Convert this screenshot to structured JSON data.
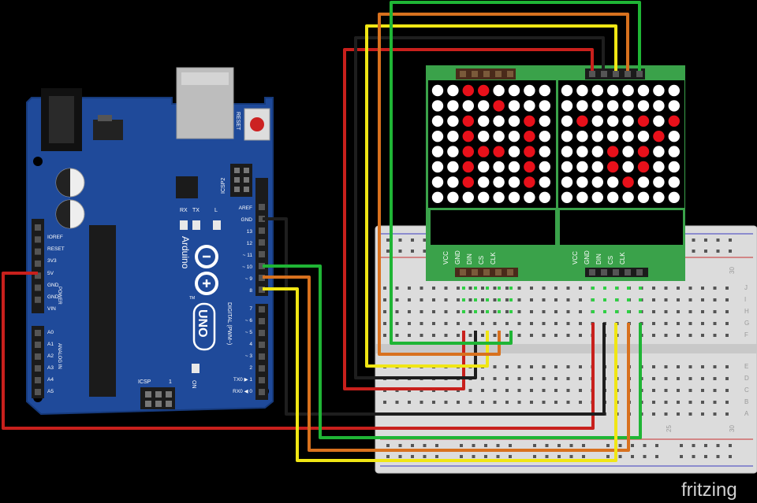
{
  "arduino": {
    "brand": "Arduino",
    "model": "UNO",
    "reset_label": "RESET",
    "icsp2_label": "ICSP2",
    "icsp_label": "ICSP",
    "on_label": "ON",
    "l_label": "L",
    "tx_label": "TX",
    "rx_label": "RX",
    "tm_mark": "TM",
    "digital_label": "DIGITAL (PWM~)",
    "power_label": "POWER",
    "analog_label": "ANALOG IN",
    "icsp_pin_1": "1",
    "power_pins": [
      "IOREF",
      "RESET",
      "3V3",
      "5V",
      "GND",
      "GND",
      "VIN"
    ],
    "analog_pins": [
      "A0",
      "A1",
      "A2",
      "A3",
      "A4",
      "A5"
    ],
    "digital_pins_top": [
      "AREF",
      "GND",
      "13",
      "12",
      "~ 11",
      "~ 10",
      "~ 9",
      "8"
    ],
    "digital_pins_bottom": [
      "7",
      "~ 6",
      "~ 5",
      "4",
      "~ 3",
      "2",
      "TX0 ▶ 1",
      "RX0 ◀ 0"
    ]
  },
  "matrix_module": {
    "pin_labels": [
      "VCC",
      "GND",
      "DIN",
      "CS",
      "CLK"
    ],
    "left_pattern": [
      "00110000",
      "00001000",
      "00100010",
      "00100010",
      "00111010",
      "00100010",
      "00100010",
      "00000000"
    ],
    "right_pattern": [
      "00000000",
      "00000000",
      "01000101",
      "00000010",
      "00010100",
      "00010100",
      "00001000",
      "00000000"
    ],
    "led_on_color": "#e8101a",
    "led_off_color": "#ffffff",
    "pcb_color": "#3aa24a"
  },
  "breadboard": {
    "row_letters": [
      "J",
      "I",
      "H",
      "G",
      "F",
      "E",
      "D",
      "C",
      "B",
      "A"
    ],
    "column_numbers": [
      "25",
      "30"
    ]
  },
  "wires": {
    "colors": {
      "red": "#c8201c",
      "black": "#1e1e1e",
      "yellow": "#f0e614",
      "orange": "#d8711e",
      "green": "#1fb535"
    }
  },
  "watermark": "fritzing"
}
